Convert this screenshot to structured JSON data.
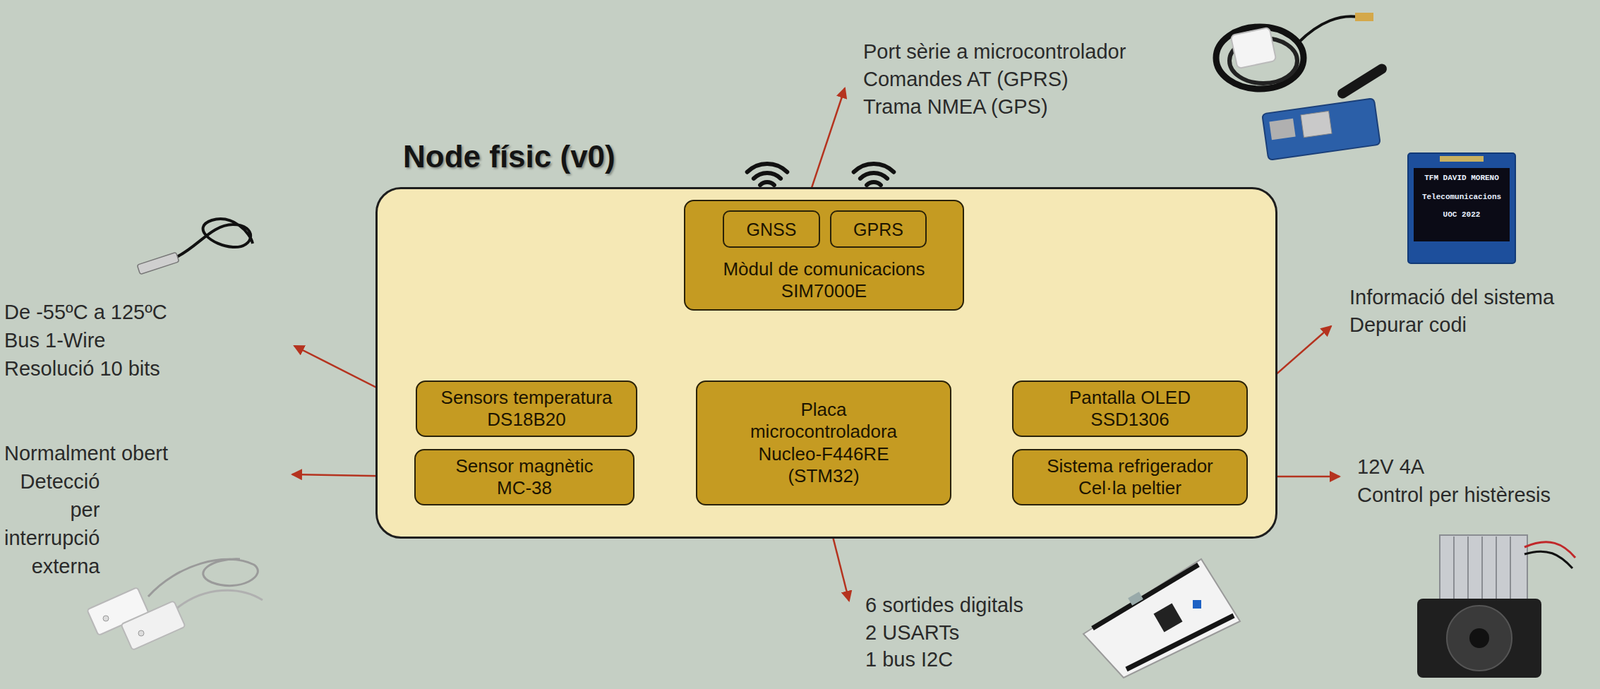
{
  "diagram": {
    "nodes": [
      {
        "text": [
          "Node físic (v0)"
        ]
      },
      {
        "text": [
          "Mòdul de comunicacions SIM7000E"
        ],
        "in": 0
      },
      {
        "text": [
          "GNSS"
        ],
        "in": 1
      },
      {
        "text": [
          "GPRS"
        ],
        "in": 1
      },
      {
        "text": [
          "Sensors temperatura DS18B20"
        ],
        "in": 0
      },
      {
        "text": [
          "Placa microcontroladora Nucleo-F446RE (STM32)"
        ],
        "in": 0
      },
      {
        "text": [
          "Pantalla OLED SSD1306"
        ],
        "in": 0
      },
      {
        "text": [
          "Sensor magnètic MC-38"
        ],
        "in": 0
      },
      {
        "text": [
          "Sistema refrigerador Cel·la peltier"
        ],
        "in": 0
      }
    ],
    "edges": [
      {
        "from": 4,
        "to": 5,
        "arrow": "to"
      },
      {
        "from": 7,
        "to": 5,
        "arrow": "to"
      },
      {
        "from": 5,
        "to": 6,
        "arrow": "to"
      },
      {
        "from": 5,
        "to": 8,
        "arrow": "to"
      },
      {
        "from": 1,
        "to": 5,
        "arrow": "both"
      }
    ],
    "labels": [
      "Port sèrie a microcontrolador",
      "Comandes AT (GPRS)",
      "Trama NMEA (GPS)",
      "De -55ºC a 125ºC",
      "Bus 1-Wire",
      "Resolució 10 bits",
      "Normalment obert",
      "Detecció per interrupció externa",
      "Informació del sistema",
      "Depurar codi",
      "12V 4A",
      "Control per histèresis",
      "6 sortides digitals",
      "2 USARTs",
      "1 bus I2C",
      "TFM DAVID MORENO",
      "Telecomunicacions",
      "UOC 2022"
    ]
  }
}
